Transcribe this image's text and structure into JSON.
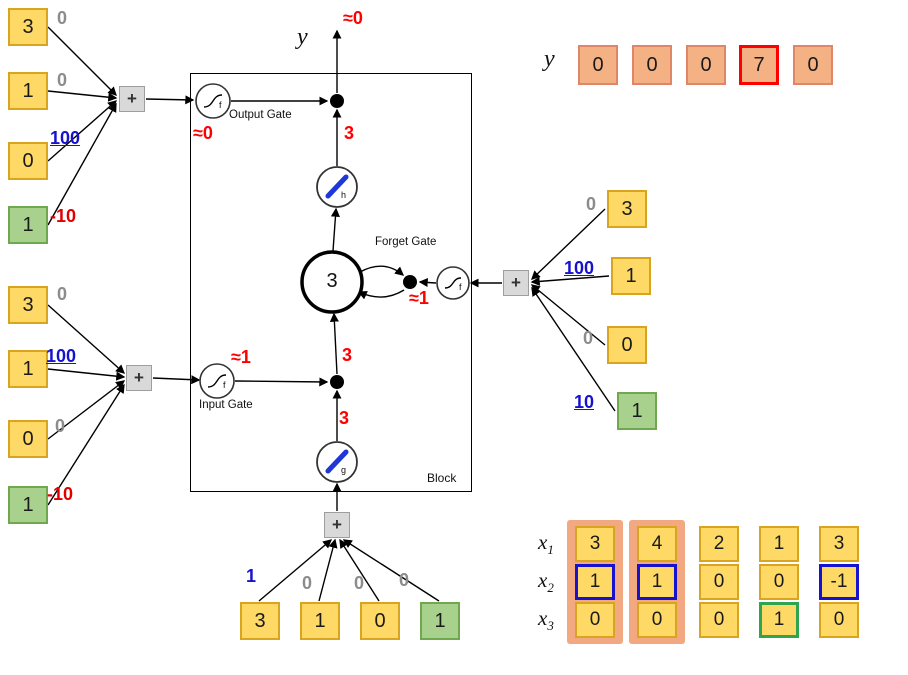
{
  "colors": {
    "box-yellow": "#FFD966",
    "box-yellow-border": "#D9A521",
    "box-green": "#A9D18E",
    "box-green-border": "#6FA84F",
    "box-salmon": "#F4B183",
    "box-salmon-border": "#DF8568",
    "panel-salmon": "#F2A880",
    "plus-bg": "#D9D9D9",
    "plus-border": "#9E9E9E",
    "weight-gray": "#8C8C8C",
    "weight-blue": "#1612CE",
    "weight-red": "#E00000",
    "approx-red": "#FF0000",
    "hl-red": "#FF0000",
    "hl-blue": "#1612CE",
    "hl-green": "#2EA44E",
    "activation-blue": "#1F36D9"
  },
  "diagram": {
    "block_label": "Block",
    "y_label": "y",
    "y_approx": "≈0",
    "plus": "+",
    "cell_value": "3",
    "edge_top": "3",
    "edge_mid": "3",
    "edge_bottom": "3",
    "h_label": "h",
    "g_label": "g",
    "gates": {
      "output": {
        "label": "Output Gate",
        "approx": "≈0",
        "sub": "f"
      },
      "input": {
        "label": "Input Gate",
        "approx": "≈1",
        "sub": "f"
      },
      "forget": {
        "label": "Forget Gate",
        "approx": "≈1",
        "sub": "f"
      }
    },
    "groups": {
      "output_gate": [
        {
          "value": "3",
          "weight": "0"
        },
        {
          "value": "1",
          "weight": "0"
        },
        {
          "value": "0",
          "weight": "100"
        },
        {
          "value": "1",
          "weight": "-10"
        }
      ],
      "input_gate": [
        {
          "value": "3",
          "weight": "0"
        },
        {
          "value": "1",
          "weight": "100"
        },
        {
          "value": "0",
          "weight": "0"
        },
        {
          "value": "1",
          "weight": "-10"
        }
      ],
      "forget_gate": [
        {
          "value": "3",
          "weight": "0"
        },
        {
          "value": "1",
          "weight": "100"
        },
        {
          "value": "0",
          "weight": "0"
        },
        {
          "value": "1",
          "weight": "10"
        }
      ],
      "g_input": [
        {
          "value": "3",
          "weight": "1"
        },
        {
          "value": "1",
          "weight": "0"
        },
        {
          "value": "0",
          "weight": "0"
        },
        {
          "value": "1",
          "weight": "0"
        }
      ]
    }
  },
  "y_row": {
    "label": "y",
    "cells": [
      "0",
      "0",
      "0",
      "7",
      "0"
    ]
  },
  "x_table": {
    "row_labels": [
      {
        "base": "x",
        "sub": "1"
      },
      {
        "base": "x",
        "sub": "2"
      },
      {
        "base": "x",
        "sub": "3"
      }
    ],
    "columns": [
      {
        "cells": [
          "3",
          "1",
          "0"
        ]
      },
      {
        "cells": [
          "4",
          "1",
          "0"
        ]
      },
      {
        "cells": [
          "2",
          "0",
          "0"
        ]
      },
      {
        "cells": [
          "1",
          "0",
          "1"
        ]
      },
      {
        "cells": [
          "3",
          "-1",
          "0"
        ]
      }
    ]
  }
}
